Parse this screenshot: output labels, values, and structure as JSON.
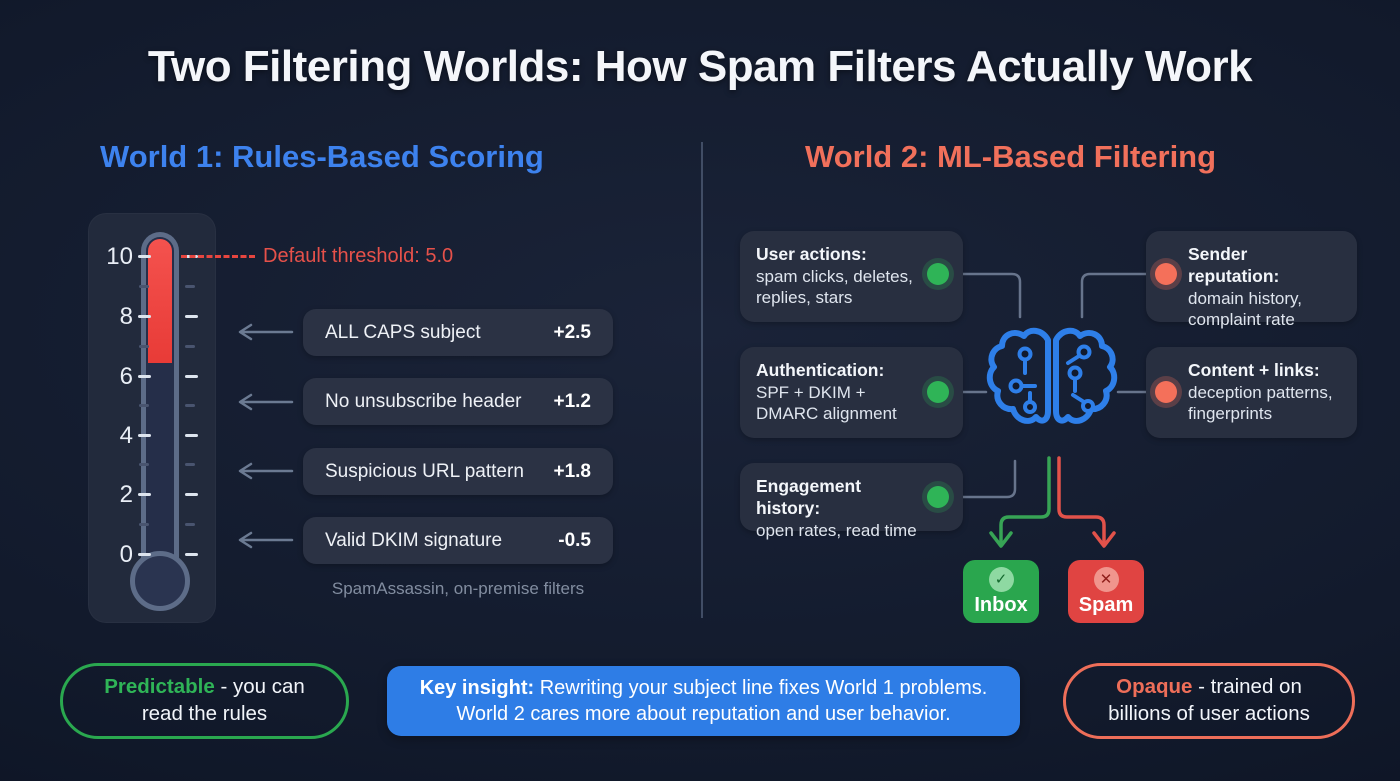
{
  "title": "Two Filtering Worlds: How Spam Filters Actually Work",
  "world1": {
    "heading": "World 1: Rules-Based Scoring",
    "threshold_label": "Default threshold: 5.0",
    "scale": [
      "10",
      "8",
      "6",
      "4",
      "2",
      "0"
    ],
    "rules": [
      {
        "label": "ALL CAPS subject",
        "score": "+2.5"
      },
      {
        "label": "No unsubscribe header",
        "score": "+1.2"
      },
      {
        "label": "Suspicious URL pattern",
        "score": "+1.8"
      },
      {
        "label": "Valid DKIM signature",
        "score": "-0.5"
      }
    ],
    "caption": "SpamAssassin, on-premise filters"
  },
  "world2": {
    "heading": "World 2: ML-Based Filtering",
    "inputs_left": [
      {
        "title": "User actions:",
        "body": "spam clicks, deletes, replies, stars"
      },
      {
        "title": "Authentication:",
        "body": "SPF + DKIM + DMARC alignment"
      },
      {
        "title": "Engagement history:",
        "body": "open rates, read time"
      }
    ],
    "inputs_right": [
      {
        "title": "Sender reputation:",
        "body": "domain history, complaint rate"
      },
      {
        "title": "Content + links:",
        "body": "deception patterns, fingerprints"
      }
    ],
    "outputs": {
      "inbox_label": "Inbox",
      "inbox_icon": "✓",
      "spam_label": "Spam",
      "spam_icon": "✕"
    }
  },
  "footer": {
    "left": {
      "highlight": "Predictable",
      "rest": " - you can read the rules"
    },
    "center": {
      "highlight": "Key insight:",
      "rest": " Rewriting your subject line fixes World 1 problems. World 2 cares more about reputation and user behavior."
    },
    "right": {
      "highlight": "Opaque",
      "rest": " - trained on billions of user actions"
    }
  },
  "colors": {
    "world1_accent": "#3d82ee",
    "world2_accent": "#f1705b",
    "threshold_red": "#e6453f",
    "inbox_green": "#2aa64e",
    "spam_red": "#e04442",
    "insight_blue": "#2e7de6",
    "signal_green": "#2fb457",
    "signal_orange": "#f4705a"
  }
}
